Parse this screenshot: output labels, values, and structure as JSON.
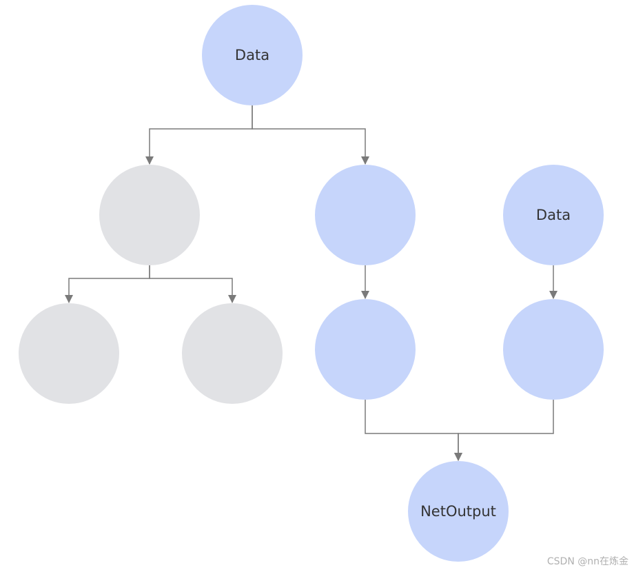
{
  "diagram": {
    "nodes": [
      {
        "id": "data-top",
        "label": "Data",
        "color": "#c6d5fb"
      },
      {
        "id": "gray-mid",
        "label": "",
        "color": "#e1e2e5"
      },
      {
        "id": "gray-left",
        "label": "",
        "color": "#e1e2e5"
      },
      {
        "id": "gray-right",
        "label": "",
        "color": "#e1e2e5"
      },
      {
        "id": "blue-mid",
        "label": "",
        "color": "#c6d5fb"
      },
      {
        "id": "blue-low",
        "label": "",
        "color": "#c6d5fb"
      },
      {
        "id": "data-right",
        "label": "Data",
        "color": "#c6d5fb"
      },
      {
        "id": "blue-right-low",
        "label": "",
        "color": "#c6d5fb"
      },
      {
        "id": "netoutput",
        "label": "NetOutput",
        "color": "#c6d5fb"
      }
    ],
    "edges": [
      {
        "from": "data-top",
        "to": "gray-mid"
      },
      {
        "from": "data-top",
        "to": "blue-mid"
      },
      {
        "from": "gray-mid",
        "to": "gray-left"
      },
      {
        "from": "gray-mid",
        "to": "gray-right"
      },
      {
        "from": "blue-mid",
        "to": "blue-low"
      },
      {
        "from": "data-right",
        "to": "blue-right-low"
      },
      {
        "from": "blue-low",
        "to": "netoutput"
      },
      {
        "from": "blue-right-low",
        "to": "netoutput"
      }
    ],
    "edge_color": "#7a7a7a",
    "label_color": "#333333"
  },
  "watermark": "CSDN @nn在炼金"
}
